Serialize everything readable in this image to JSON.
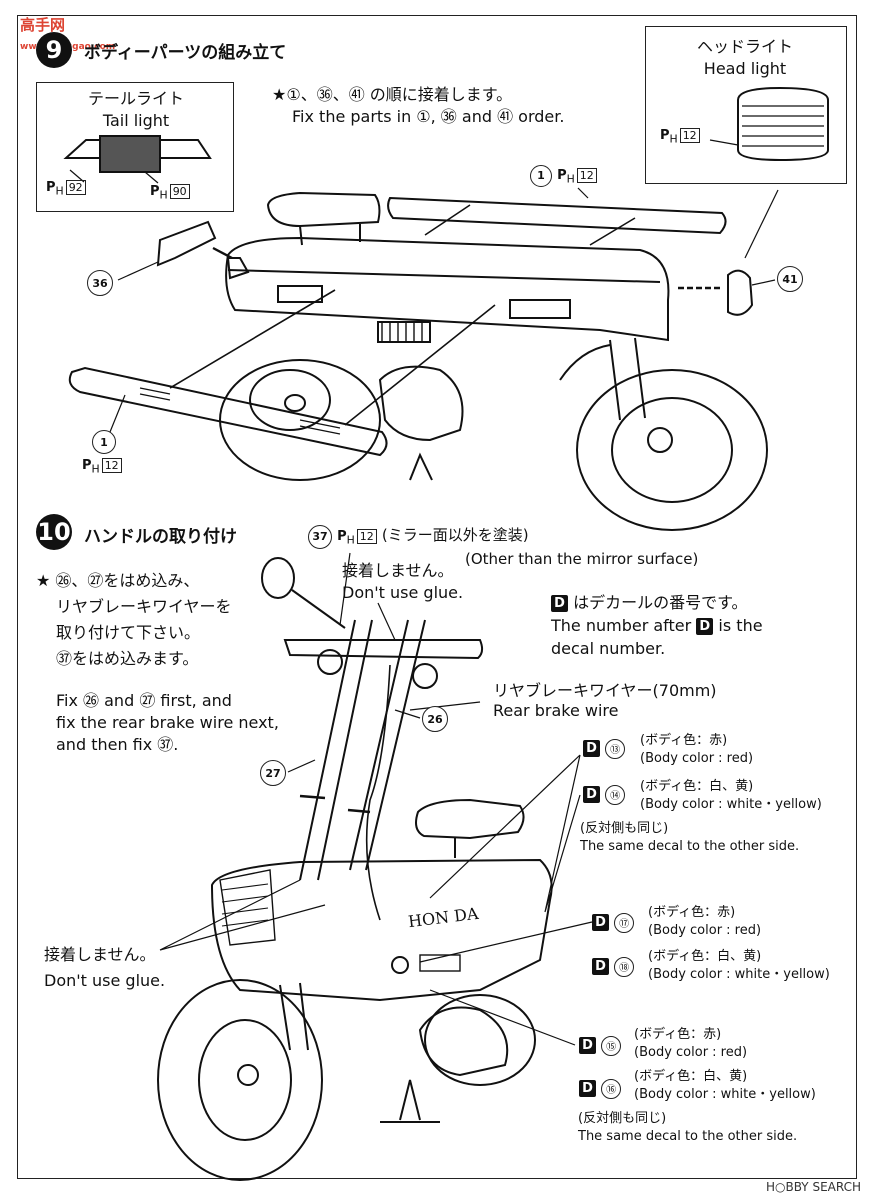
{
  "watermark": {
    "logo_text": "高手网",
    "sub_text": "www.shougao.com"
  },
  "step9": {
    "number": "9",
    "title": "ボディーパーツの組み立て",
    "instruction_jp": "★①、㊱、㊶ の順に接着します。",
    "instruction_en": "Fix the parts in ①, ㊱ and ㊶ order.",
    "tail_light": {
      "label_jp": "テールライト",
      "label_en": "Tail light",
      "paint_a": "92",
      "paint_b": "90"
    },
    "head_light": {
      "label_jp": "ヘッドライト",
      "label_en": "Head light",
      "paint": "12"
    },
    "parts": [
      {
        "num": "1",
        "paint": "12"
      },
      {
        "num": "36"
      },
      {
        "num": "41"
      },
      {
        "num": "1",
        "paint": "12"
      }
    ]
  },
  "step10": {
    "number": "10",
    "title": "ハンドルの取り付け",
    "instructions_jp": [
      "★ ㉖、㉗をはめ込み、",
      "リヤブレーキワイヤーを",
      "取り付けて下さい。",
      "㊲をはめ込みます。"
    ],
    "instructions_en": [
      "Fix ㉖ and ㉗ first, and",
      "fix the rear brake wire next,",
      "and then fix ㊲."
    ],
    "part37": {
      "num": "37",
      "paint": "12",
      "note_jp": "(ミラー面以外を塗装)",
      "note_en": "(Other than the mirror surface)"
    },
    "glue_top": {
      "jp": "接着しません。",
      "en": "Don't use glue."
    },
    "glue_bottom": {
      "jp": "接着しません。",
      "en": "Don't use glue."
    },
    "decal_note": {
      "line1": "はデカールの番号です。",
      "line2a": "The number after",
      "line2b": "is the",
      "line3": "decal number."
    },
    "brake_wire": {
      "jp": "リヤブレーキワイヤー(70mm)",
      "en": "Rear brake wire"
    },
    "part26": "26",
    "part27": "27",
    "body_text": "HON DA",
    "decals": [
      {
        "num": "⑬",
        "jp": "(ボディ色：赤)",
        "en": "(Body color : red)"
      },
      {
        "num": "⑭",
        "jp": "(ボディ色：白、黄)",
        "en": "(Body color : white・yellow)"
      },
      {
        "num": "⑰",
        "jp": "(ボディ色：赤)",
        "en": "(Body color : red)"
      },
      {
        "num": "⑱",
        "jp": "(ボディ色：白、黄)",
        "en": "(Body color : white・yellow)"
      },
      {
        "num": "⑮",
        "jp": "(ボディ色：赤)",
        "en": "(Body color : red)"
      },
      {
        "num": "⑯",
        "jp": "(ボディ色：白、黄)",
        "en": "(Body color : white・yellow)"
      }
    ],
    "same_side_1": {
      "jp": "(反対側も同じ)",
      "en": "The same decal to the other side."
    },
    "same_side_2": {
      "jp": "(反対側も同じ)",
      "en": "The same decal to the other side."
    }
  },
  "footer": "H○BBY SEARCH",
  "labels": {
    "ph": "P",
    "ph_sub": "H",
    "decal_letter": "D"
  }
}
